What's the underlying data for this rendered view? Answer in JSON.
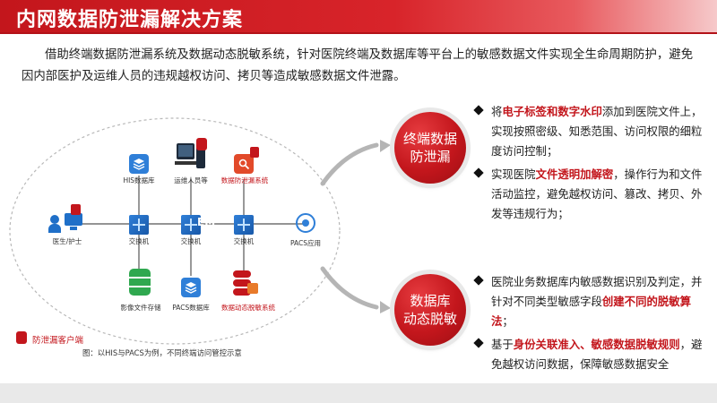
{
  "header": {
    "title": "内网数据防泄漏解决方案"
  },
  "intro": "借助终端数据防泄漏系统及数据动态脱敏系统，针对医院终端及数据库等平台上的敏感数据文件实现全生命周期防护，避免因内部医护及运维人员的违规越权访问、拷贝等造成敏感数据文件泄露。",
  "diagram": {
    "nodes": {
      "his_db": "HIS数据库",
      "ops_staff": "运维人员等",
      "dlp_system": "数据防泄漏系统",
      "doctor": "医生/护士",
      "switch": "交换机",
      "em_text": "EM",
      "pacs_app": "PACS应用",
      "image_storage": "影像文件存储",
      "pacs_db": "PACS数据库",
      "masking_system": "数据动态脱敏系统",
      "dlp_client": "防泄漏客户端"
    },
    "caption": "图：以HIS与PACS为例，不同终端访问管控示意"
  },
  "solutions": [
    {
      "badge": [
        "终端数据",
        "防泄漏"
      ],
      "bullets": [
        {
          "parts": [
            {
              "t": "将"
            },
            {
              "t": "电子标签和数字水印",
              "hl": true
            },
            {
              "t": "添加到医院文件上，实现按照密级、知悉范围、访问权限的细粒度访问控制；"
            }
          ]
        },
        {
          "parts": [
            {
              "t": "实现医院"
            },
            {
              "t": "文件透明加解密",
              "hl": true
            },
            {
              "t": "，操作行为和文件活动监控，避免越权访问、篡改、拷贝、外发等违规行为；"
            }
          ]
        }
      ]
    },
    {
      "badge": [
        "数据库",
        "动态脱敏"
      ],
      "bullets": [
        {
          "parts": [
            {
              "t": "医院业务数据库内敏感数据识别及判定，并针对不同类型敏感字段"
            },
            {
              "t": "创建不同的脱敏算法",
              "hl": true
            },
            {
              "t": "；"
            }
          ]
        },
        {
          "parts": [
            {
              "t": "基于"
            },
            {
              "t": "身份关联准入、敏感数据脱敏规则",
              "hl": true
            },
            {
              "t": "，避免越权访问数据，保障敏感数据安全"
            }
          ]
        }
      ]
    }
  ],
  "colors": {
    "brand_red": "#c3161c",
    "switch_blue": "#1f6fc8",
    "db_green": "#2fa84f"
  }
}
